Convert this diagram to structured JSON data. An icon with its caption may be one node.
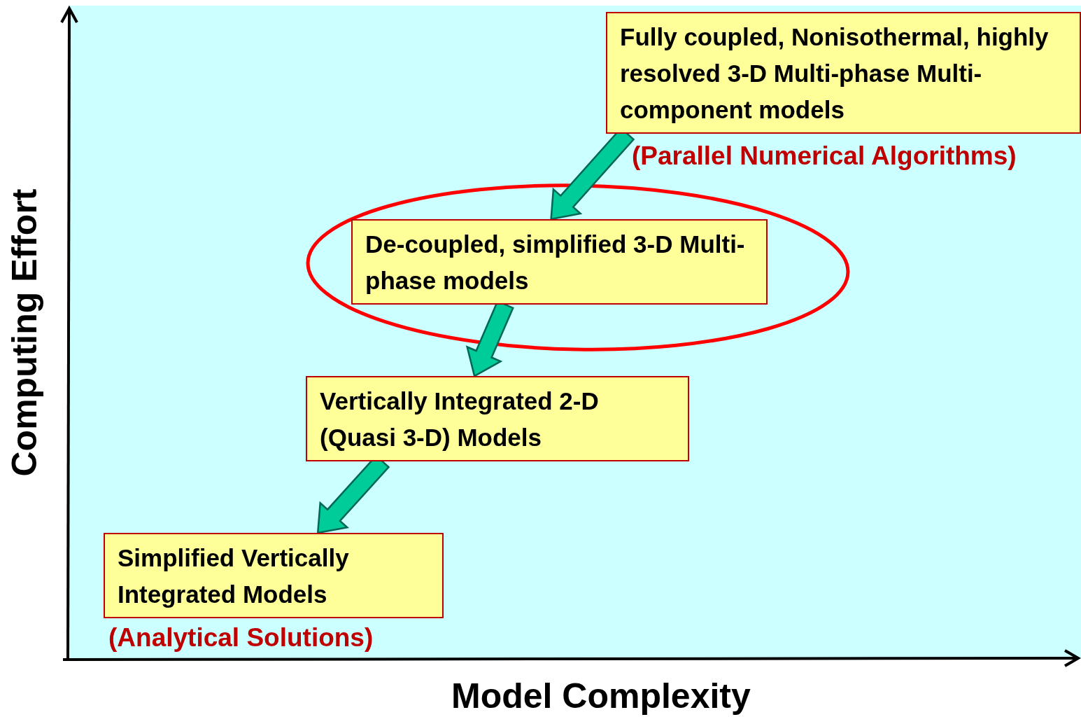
{
  "diagram": {
    "nodes": [
      {
        "text": [
          "Fully coupled, Nonisothermal, highly resolved 3-D Multi-phase Multi-component models"
        ],
        "beside": [
          "(Parallel Numerical Algorithms)"
        ]
      },
      {
        "text": [
          "De-coupled, simplified 3-D Multi-phase models"
        ]
      },
      {
        "text": [
          "Vertically Integrated 2-D (Quasi 3-D) Models"
        ]
      },
      {
        "text": [
          "Simplified Vertically Integrated Models"
        ],
        "beside": [
          "(Analytical Solutions)"
        ]
      }
    ],
    "edges": [
      {
        "from": 0,
        "to": 1,
        "arrow": "to",
        "style": "thick"
      },
      {
        "from": 1,
        "to": 2,
        "arrow": "to",
        "style": "thick"
      },
      {
        "from": 2,
        "to": 3,
        "arrow": "to",
        "style": "thick"
      }
    ],
    "labels": [
      "Computing Effort",
      "Model Complexity"
    ]
  }
}
